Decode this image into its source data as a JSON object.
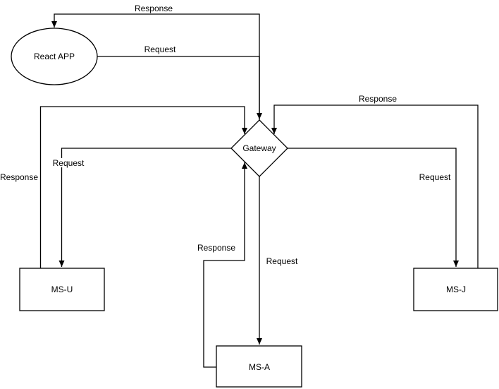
{
  "diagram": {
    "type": "flowchart",
    "colors": {
      "background": "#ffffff",
      "stroke": "#000000",
      "shape_fill": "#ffffff",
      "text": "#000000"
    },
    "nodes": {
      "react_app": {
        "label": "React APP",
        "shape": "ellipse"
      },
      "gateway": {
        "label": "Gateway",
        "shape": "diamond"
      },
      "ms_u": {
        "label": "MS-U",
        "shape": "rectangle"
      },
      "ms_a": {
        "label": "MS-A",
        "shape": "rectangle"
      },
      "ms_j": {
        "label": "MS-J",
        "shape": "rectangle"
      }
    },
    "edges": {
      "react_to_gateway": {
        "label": "Request",
        "from": "React APP",
        "to": "Gateway"
      },
      "gateway_to_react": {
        "label": "Response",
        "from": "Gateway",
        "to": "React APP"
      },
      "gateway_to_ms_u": {
        "label": "Request",
        "from": "Gateway",
        "to": "MS-U"
      },
      "ms_u_to_gateway": {
        "label": "Response",
        "from": "MS-U",
        "to": "Gateway"
      },
      "gateway_to_ms_a": {
        "label": "Request",
        "from": "Gateway",
        "to": "MS-A"
      },
      "ms_a_to_gateway": {
        "label": "Response",
        "from": "MS-A",
        "to": "Gateway"
      },
      "gateway_to_ms_j": {
        "label": "Request",
        "from": "Gateway",
        "to": "MS-J"
      },
      "ms_j_to_gateway": {
        "label": "Response",
        "from": "MS-J",
        "to": "Gateway"
      }
    }
  }
}
